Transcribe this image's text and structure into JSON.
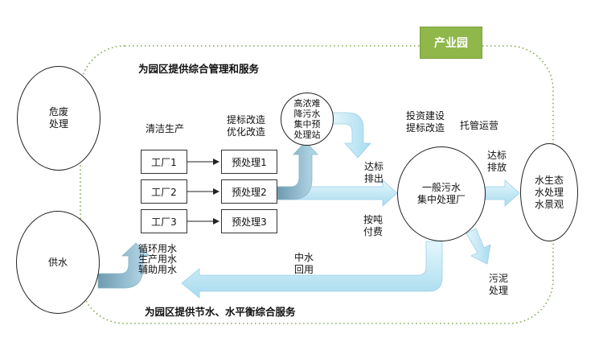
{
  "park": {
    "badge": "产业园",
    "top_service": "为园区提供综合管理和服务",
    "bottom_service": "为园区提供节水、水平衡综合服务"
  },
  "nodes": {
    "hazardous": "危废\n处理",
    "water_supply": "供水",
    "high_conc": "高浓难\n降污水\n集中预\n处理站",
    "central_plant": "一般污水\n集中处理厂",
    "ecology": "水生态\n水处理\n水景观"
  },
  "factories": [
    "工厂1",
    "工厂2",
    "工厂3"
  ],
  "pretreat": [
    "预处理1",
    "预处理2",
    "预处理3"
  ],
  "labels": {
    "clean_production": "清洁生产",
    "upgrade": "提标改造\n优化改造",
    "invest": "投资建设\n提标改造",
    "trust": "托管运营",
    "discharge_std": "达标\n排出",
    "discharge_ok": "达标\n排放",
    "per_ton": "按吨\n付费",
    "reclaimed": "中水\n回用",
    "sludge": "污泥\n处理",
    "water_uses": "循环用水\n生产用水\n辅助用水"
  }
}
